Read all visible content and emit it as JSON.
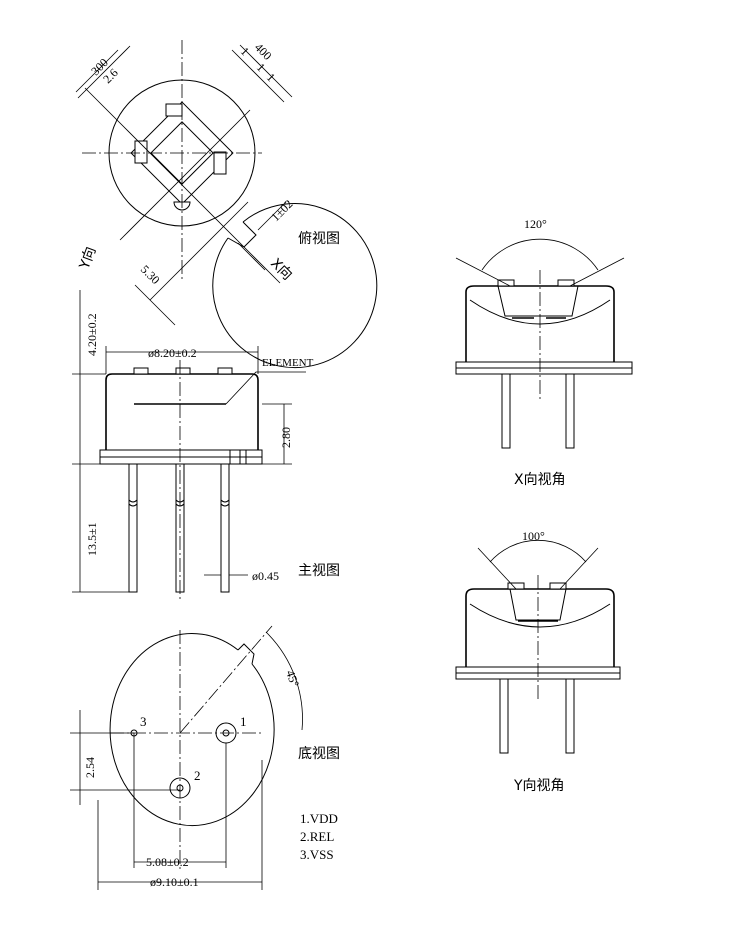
{
  "top_view": {
    "caption": "俯视图",
    "dims": {
      "d300": "300",
      "d26": "2.6",
      "d400": "400",
      "d1a": "1",
      "d1b": "1",
      "d1c": "1",
      "d1tol": "1±02",
      "d530": "5.30"
    },
    "axis_y": "Y向",
    "axis_x": "X向"
  },
  "front_view": {
    "caption": "主视图",
    "dims": {
      "height": "4.20±0.2",
      "diameter": "ø8.20±0.2",
      "element": "ELEMENT",
      "body": "2.80",
      "lead_len": "13.5±1",
      "lead_dia": "ø0.45"
    }
  },
  "bottom_view": {
    "caption": "底视图",
    "dims": {
      "angle": "45°",
      "pitch_v": "2.54",
      "pitch_h": "5.08±0.2",
      "outer_dia": "ø9.10±0.1"
    },
    "pins": [
      "1",
      "2",
      "3"
    ],
    "legend": [
      "1.VDD",
      "2.REL",
      "3.VSS"
    ]
  },
  "x_view": {
    "caption": "X向视角",
    "angle": "120°"
  },
  "y_view": {
    "caption": "Y向视角",
    "angle": "100°"
  }
}
